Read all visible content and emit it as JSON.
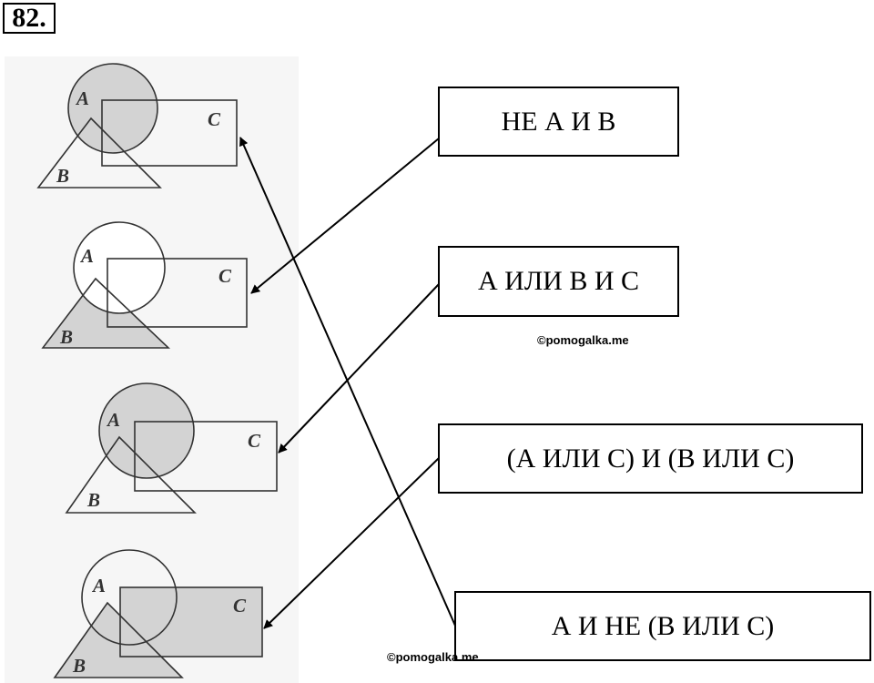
{
  "problem": {
    "number": "82."
  },
  "diagrams": [
    {
      "label_a": "A",
      "label_b": "B",
      "label_c": "C"
    },
    {
      "label_a": "A",
      "label_b": "B",
      "label_c": "C"
    },
    {
      "label_a": "A",
      "label_b": "B",
      "label_c": "C"
    },
    {
      "label_a": "A",
      "label_b": "B",
      "label_c": "C"
    }
  ],
  "expressions": [
    {
      "text": "НЕ А И В"
    },
    {
      "text": "А ИЛИ В И С"
    },
    {
      "text": "(А ИЛИ С) И (В ИЛИ С)"
    },
    {
      "text": "А И НЕ (В ИЛИ С)"
    }
  ],
  "watermarks": [
    "©pomogalka.me",
    "©pomogalka.me"
  ],
  "colors": {
    "shade": "#d3d3d3",
    "line": "#000000",
    "panel": "#f6f6f6"
  }
}
